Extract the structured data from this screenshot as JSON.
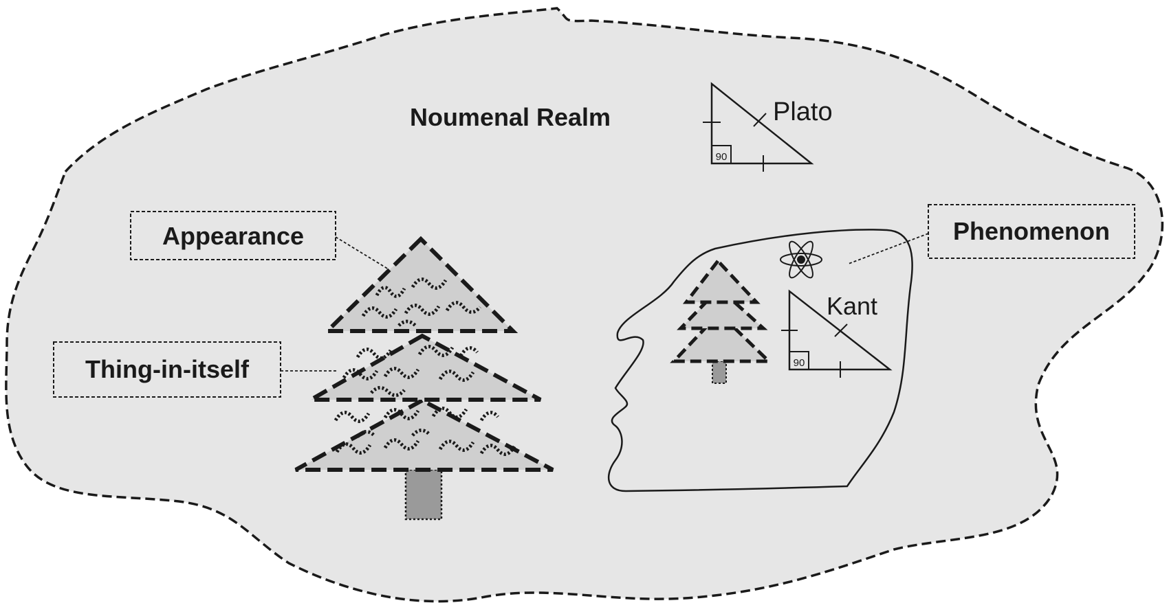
{
  "diagram": {
    "realm_label": "Noumenal Realm",
    "plato_label": "Plato",
    "kant_label": "Kant",
    "appearance_label": "Appearance",
    "thing_label": "Thing-in-itself",
    "phenomenon_label": "Phenomenon",
    "angle_label": "90"
  },
  "colors": {
    "realm_fill": "#e6e6e6",
    "tree_fill": "#cfcfcf",
    "trunk_fill": "#9a9a9a",
    "stroke": "#1a1a1a"
  }
}
